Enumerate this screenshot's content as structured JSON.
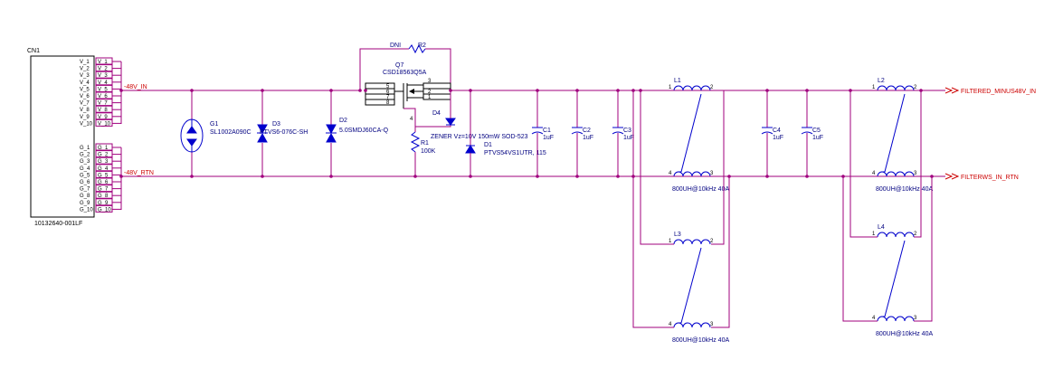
{
  "connector": {
    "ref": "CN1",
    "part": "10132640-001LF",
    "v_pins": [
      "V_1",
      "V_2",
      "V_3",
      "V_4",
      "V_5",
      "V_6",
      "V_7",
      "V_8",
      "V_9",
      "V_10"
    ],
    "g_pins": [
      "G_1",
      "G_2",
      "G_3",
      "G_4",
      "G_5",
      "G_6",
      "G_7",
      "G_8",
      "G_9",
      "G_10"
    ]
  },
  "nets": {
    "in_pos": "-48V_IN",
    "in_rtn": "-48V_RTN",
    "out_pos": "FILTERED_MINUS48V_IN",
    "out_rtn": "FILTERWS_IN_RTN"
  },
  "components": {
    "g1": {
      "ref": "G1",
      "value": "SL1002A090C"
    },
    "d3": {
      "ref": "D3",
      "value": "PTVS6-076C-SH"
    },
    "d2": {
      "ref": "D2",
      "value": "5.0SMDJ60CA-Q"
    },
    "r2": {
      "ref": "R2",
      "note": "DNI"
    },
    "q7": {
      "ref": "Q7",
      "value": "CSD18563Q5A",
      "pins": [
        "5",
        "6",
        "7",
        "8",
        "3",
        "2",
        "1",
        "4"
      ]
    },
    "r1": {
      "ref": "R1",
      "value": "100K"
    },
    "d4": {
      "ref": "D4",
      "value": "ZENER Vz=10V 150mW SOD-523"
    },
    "d1": {
      "ref": "D1",
      "value": "PTVS54VS1UTR, 115"
    },
    "c1": {
      "ref": "C1",
      "value": "1uF"
    },
    "c2": {
      "ref": "C2",
      "value": "1uF"
    },
    "c3": {
      "ref": "C3",
      "value": "1uF"
    },
    "c4": {
      "ref": "C4",
      "value": "1uF"
    },
    "c5": {
      "ref": "C5",
      "value": "1uF"
    },
    "l1": {
      "ref": "L1",
      "value": "800UH@10kHz 40A"
    },
    "l2": {
      "ref": "L2",
      "value": "800UH@10kHz 40A"
    },
    "l3": {
      "ref": "L3",
      "value": "800UH@10kHz 40A"
    },
    "l4": {
      "ref": "L4",
      "value": "800UH@10kHz 40A"
    }
  },
  "inductor_pins": [
    "1",
    "2",
    "4",
    "3"
  ],
  "colors": {
    "wire": "#a0007e",
    "component": "#0000cc",
    "net_label": "#cc0000",
    "ref_text": "#000080"
  }
}
